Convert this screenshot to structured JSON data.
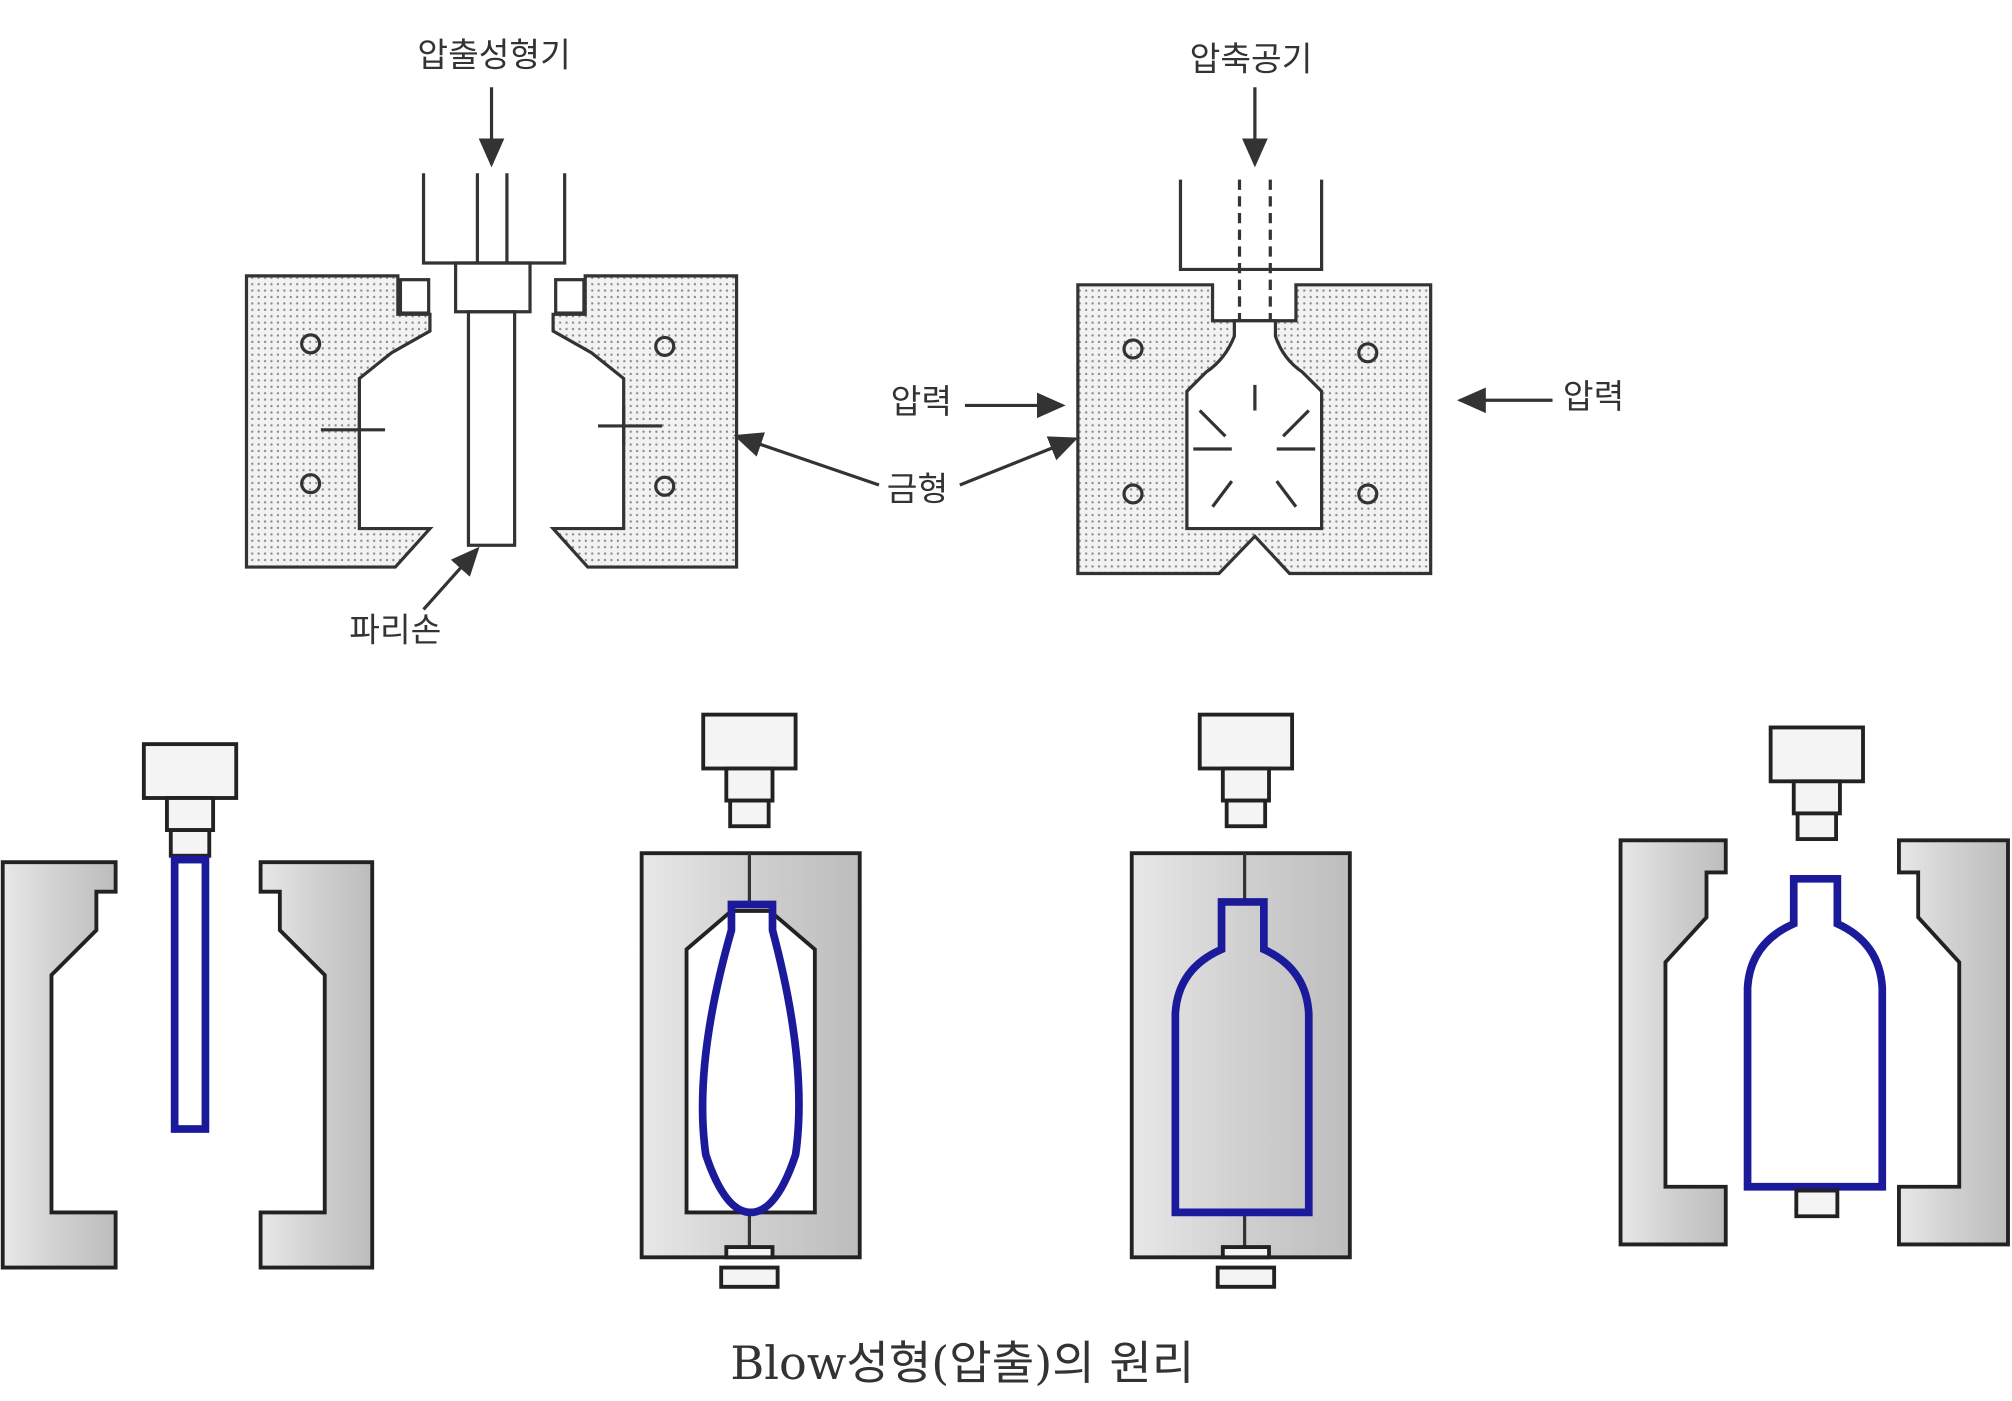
{
  "labels": {
    "extruder": "압출성형기",
    "compressed_air": "압축공기",
    "pressure_left": "압력",
    "pressure_right": "압력",
    "mold": "금형",
    "parison": "파리손"
  },
  "caption": "Blow성형(압출)의 원리",
  "colors": {
    "parison": "#1a1a9a",
    "mold_gray": "#cfcfcf"
  }
}
